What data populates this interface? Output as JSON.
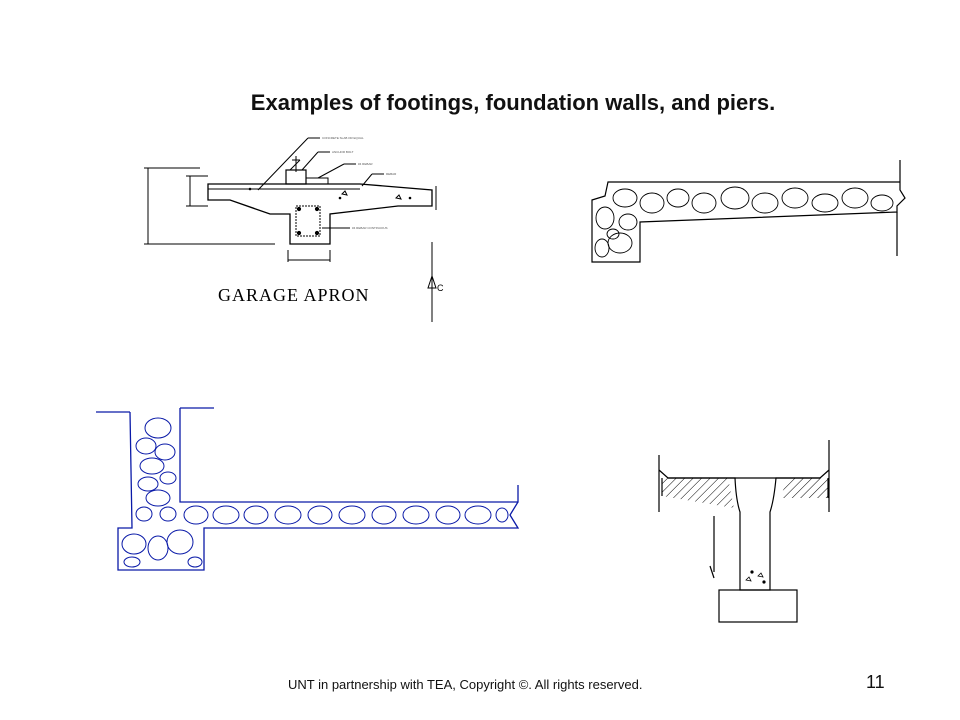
{
  "slide": {
    "title": "Examples of footings, foundation walls, and piers.",
    "footer": "UNT in partnership with TEA, Copyright ©. All rights reserved.",
    "page_number": "11"
  },
  "figures": {
    "garage_apron": {
      "label": "GARAGE APRON",
      "section_mark": "C",
      "callouts": [
        "CONCRETE SLAB OR EQUAL",
        "ANCHOR BOLT",
        "#4 REBAR",
        "REBAR",
        "#4 REBAR CONTINUOUS"
      ]
    }
  },
  "colors": {
    "text": "#111111",
    "stone_blue": "#0a1aa8",
    "line": "#000000"
  }
}
